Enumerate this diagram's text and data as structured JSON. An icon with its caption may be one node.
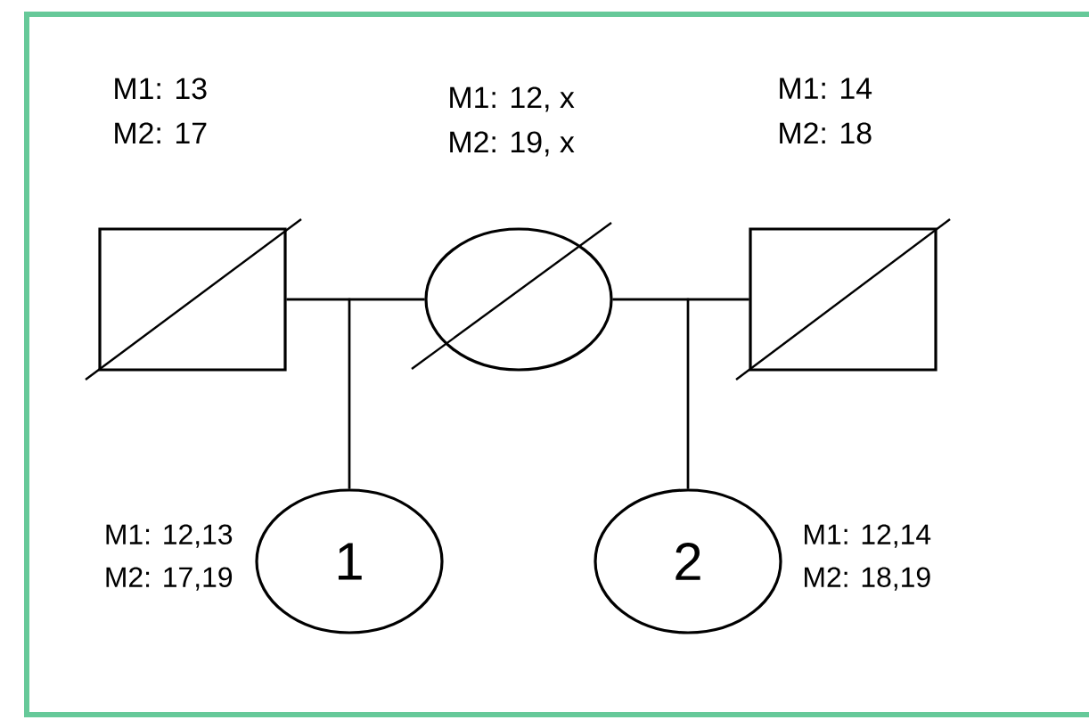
{
  "diagram": {
    "nodes": [
      {
        "text": [],
        "shape": "box",
        "beside": [
          "M1: 13",
          "M2: 17"
        ]
      },
      {
        "text": [],
        "shape": "ellipse",
        "beside": [
          "M1: 12, x",
          "M2: 19, x"
        ]
      },
      {
        "text": [],
        "shape": "box",
        "beside": [
          "M1: 14",
          "M2: 18"
        ]
      },
      {
        "text": [
          "1"
        ],
        "beside": [
          "M1: 12,13",
          "M2: 17,19"
        ]
      },
      {
        "text": [
          "2"
        ],
        "beside": [
          "M1: 12,14",
          "M2: 18,19"
        ]
      }
    ],
    "edges": [
      {
        "from": 0,
        "to": 1,
        "arrow": "none"
      },
      {
        "from": 1,
        "to": 2,
        "arrow": "none"
      },
      {
        "from": 0,
        "to": 3,
        "arrow": "none"
      },
      {
        "from": 1,
        "to": 3,
        "arrow": "none"
      },
      {
        "from": 1,
        "to": 4,
        "arrow": "none"
      },
      {
        "from": 2,
        "to": 4,
        "arrow": "none"
      }
    ]
  }
}
